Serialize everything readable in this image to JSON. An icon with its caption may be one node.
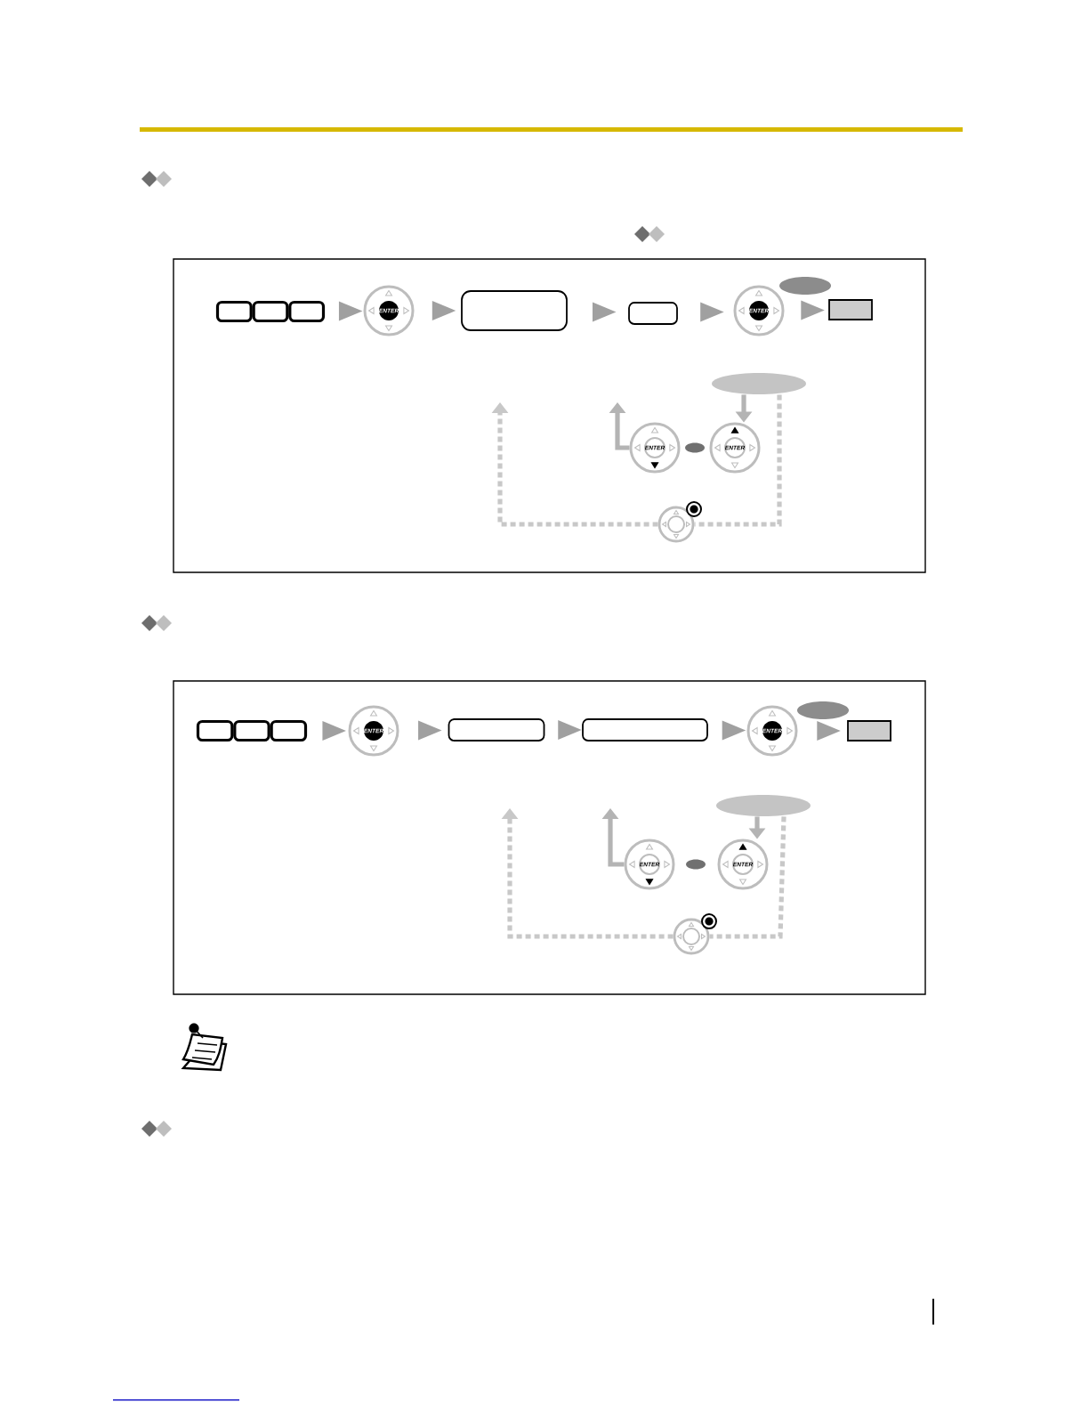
{
  "diagram": {
    "nodes": [
      {
        "text": [],
        "shape": "box"
      },
      {
        "text": [
          "ENTER"
        ]
      },
      {
        "text": [],
        "shape": "box"
      },
      {
        "text": [],
        "shape": "box"
      },
      {
        "text": [
          "ENTER"
        ]
      },
      {
        "text": [],
        "shape": "box"
      },
      {
        "text": [],
        "shape": "ellipse"
      },
      {
        "text": [],
        "shape": "ellipse"
      },
      {
        "text": [
          "ENTER"
        ]
      },
      {
        "text": [],
        "shape": "ellipse"
      },
      {
        "text": [
          "ENTER"
        ]
      },
      {
        "text": [],
        "shape": "circle"
      },
      {
        "text": [],
        "shape": "box"
      },
      {
        "text": [
          "ENTER"
        ]
      },
      {
        "text": [],
        "shape": "box"
      },
      {
        "text": [],
        "shape": "box"
      },
      {
        "text": [
          "ENTER"
        ]
      },
      {
        "text": [],
        "shape": "box"
      },
      {
        "text": [],
        "shape": "ellipse"
      },
      {
        "text": [],
        "shape": "ellipse"
      },
      {
        "text": [
          "ENTER"
        ]
      },
      {
        "text": [],
        "shape": "ellipse"
      },
      {
        "text": [
          "ENTER"
        ]
      },
      {
        "text": [],
        "shape": "circle"
      }
    ],
    "edges": [
      {
        "from": 0,
        "to": 1,
        "arrow": "to"
      },
      {
        "from": 1,
        "to": 2,
        "arrow": "to"
      },
      {
        "from": 2,
        "to": 3,
        "arrow": "to"
      },
      {
        "from": 3,
        "to": 4,
        "arrow": "to"
      },
      {
        "from": 4,
        "to": 5,
        "arrow": "to"
      },
      {
        "from": 7,
        "to": 10,
        "arrow": "to",
        "color": "#b4b4b4"
      },
      {
        "from": 8,
        "to": null,
        "arrow": "to",
        "color": "#b4b4b4"
      },
      {
        "from": 7,
        "to": null,
        "arrow": "to",
        "style": "dashed",
        "color": "#c8c8c8"
      },
      {
        "from": 12,
        "to": 13,
        "arrow": "to"
      },
      {
        "from": 13,
        "to": 14,
        "arrow": "to"
      },
      {
        "from": 14,
        "to": 15,
        "arrow": "to"
      },
      {
        "from": 15,
        "to": 16,
        "arrow": "to"
      },
      {
        "from": 16,
        "to": 17,
        "arrow": "to"
      },
      {
        "from": 19,
        "to": 22,
        "arrow": "to",
        "color": "#b4b4b4"
      },
      {
        "from": 20,
        "to": null,
        "arrow": "to",
        "color": "#b4b4b4"
      },
      {
        "from": 19,
        "to": null,
        "arrow": "to",
        "style": "dashed",
        "color": "#c8c8c8"
      }
    ]
  }
}
